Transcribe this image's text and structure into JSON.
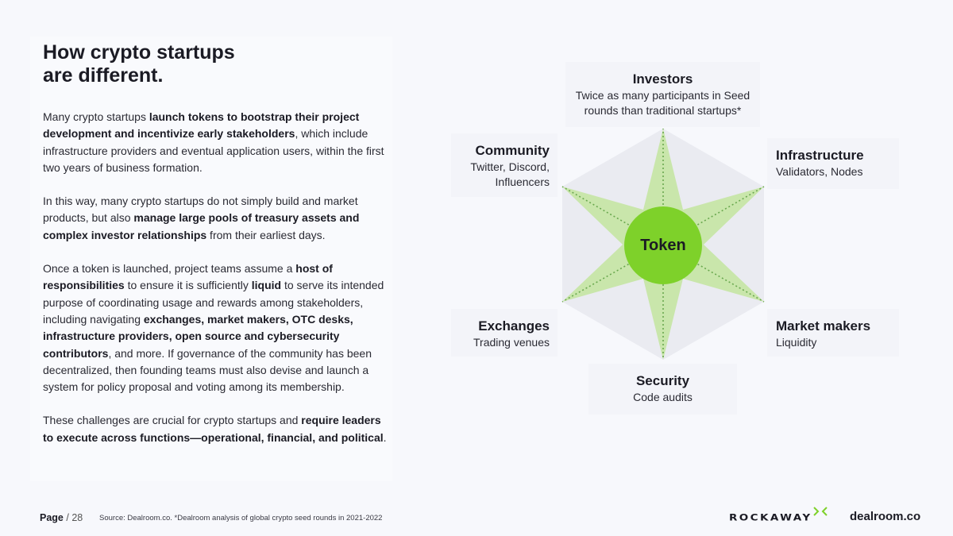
{
  "heading": {
    "line1": "How crypto startups",
    "line2": "are different."
  },
  "paragraphs": [
    [
      {
        "t": "Many crypto startups ",
        "b": false
      },
      {
        "t": "launch tokens to bootstrap their project development and incentivize early stakeholders",
        "b": true
      },
      {
        "t": ", which include infrastructure providers and eventual application users, within the first two years of business formation.",
        "b": false
      }
    ],
    [
      {
        "t": "In this way, many crypto startups do not simply build and market products,  but also ",
        "b": false
      },
      {
        "t": "manage large pools of treasury assets and complex investor relationships",
        "b": true
      },
      {
        "t": " from their earliest days.",
        "b": false
      }
    ],
    [
      {
        "t": "Once a token is launched, project teams assume a ",
        "b": false
      },
      {
        "t": "host of responsibilities",
        "b": true
      },
      {
        "t": " to ensure it is sufficiently ",
        "b": false
      },
      {
        "t": "liquid",
        "b": true
      },
      {
        "t": " to serve its intended purpose of coordinating usage and rewards among stakeholders, including navigating ",
        "b": false
      },
      {
        "t": "exchanges, market makers, OTC desks, infrastructure providers, open source and cybersecurity contributors",
        "b": true
      },
      {
        "t": ", and more. If governance of the community has been decentralized, then founding teams must also devise and launch a system for policy proposal and voting among its membership.",
        "b": false
      }
    ],
    [
      {
        "t": "These challenges are crucial for crypto startups and ",
        "b": false
      },
      {
        "t": "require leaders to execute across functions—operational, financial, and political",
        "b": true
      },
      {
        "t": ".",
        "b": false
      }
    ]
  ],
  "diagram": {
    "center": "Token",
    "nodes": {
      "investors": {
        "label": "Investors",
        "desc_lines": [
          "Twice as many participants in Seed",
          "rounds than traditional startups*"
        ]
      },
      "infrastructure": {
        "label": "Infrastructure",
        "desc_lines": [
          "Validators, Nodes"
        ]
      },
      "market_makers": {
        "label": "Market makers",
        "desc_lines": [
          "Liquidity"
        ]
      },
      "security": {
        "label": "Security",
        "desc_lines": [
          "Code audits"
        ]
      },
      "exchanges": {
        "label": "Exchanges",
        "desc_lines": [
          "Trading venues"
        ]
      },
      "community": {
        "label": "Community",
        "desc_lines": [
          "Twitter, Discord,",
          "Influencers"
        ]
      }
    },
    "colors": {
      "hexagon_fill": "#eaebf1",
      "spike_fill": "#c9e6ab",
      "spike_dots": "#6aa84f",
      "token_fill": "#7ed12a"
    }
  },
  "footer": {
    "page_word": "Page",
    "page_number": "/ 28",
    "source": "Source: Dealroom.co. *Dealroom analysis of global crypto seed rounds in 2021-2022",
    "logo_rockaway": "ROCKAWAY",
    "logo_dealroom": "dealroom.co"
  }
}
